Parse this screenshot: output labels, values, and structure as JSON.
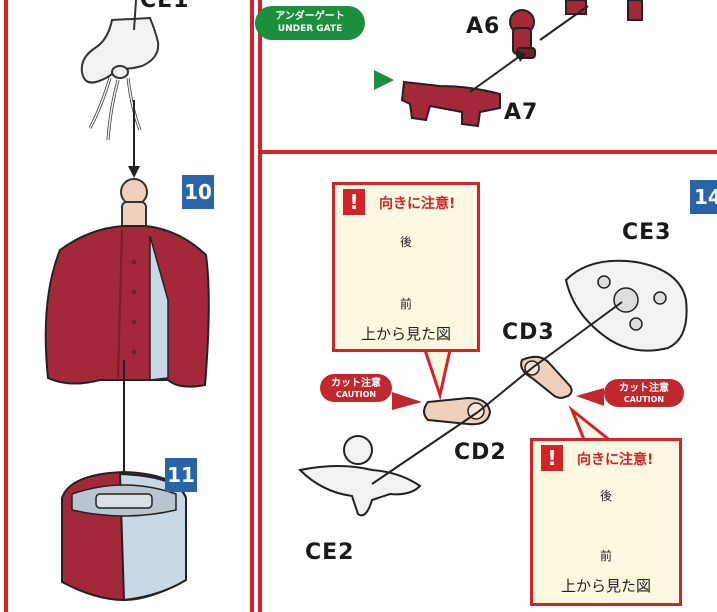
{
  "labels": {
    "ce1_partial": "CE1",
    "a6": "A6",
    "a7": "A7",
    "cd3": "CD3",
    "ce3": "CE3",
    "cd2": "CD2",
    "ce2": "CE2"
  },
  "steps": {
    "step10": "10",
    "step11": "11",
    "step14_partial": "14"
  },
  "under_gate": {
    "jp": "アンダーゲート",
    "en": "UNDER GATE"
  },
  "caution_tags": [
    {
      "jp": "カット注意",
      "en": "CAUTION"
    },
    {
      "jp": "カット注意",
      "en": "CAUTION"
    }
  ],
  "notes": [
    {
      "mark": "!",
      "title": "向きに注意!",
      "back": "後",
      "front": "前",
      "caption": "上から見た図"
    },
    {
      "mark": "!",
      "title": "向きに注意!",
      "back": "後",
      "front": "前",
      "caption": "上から見た図"
    }
  ],
  "colors": {
    "frame_red": "#d2232a",
    "part_red": "#a3283a",
    "skin": "#efd0bd",
    "light_blue": "#c8d8e6",
    "white_part": "#f2f2f2",
    "step_blue": "#2a64a8",
    "gate_green": "#1c8f3c"
  }
}
